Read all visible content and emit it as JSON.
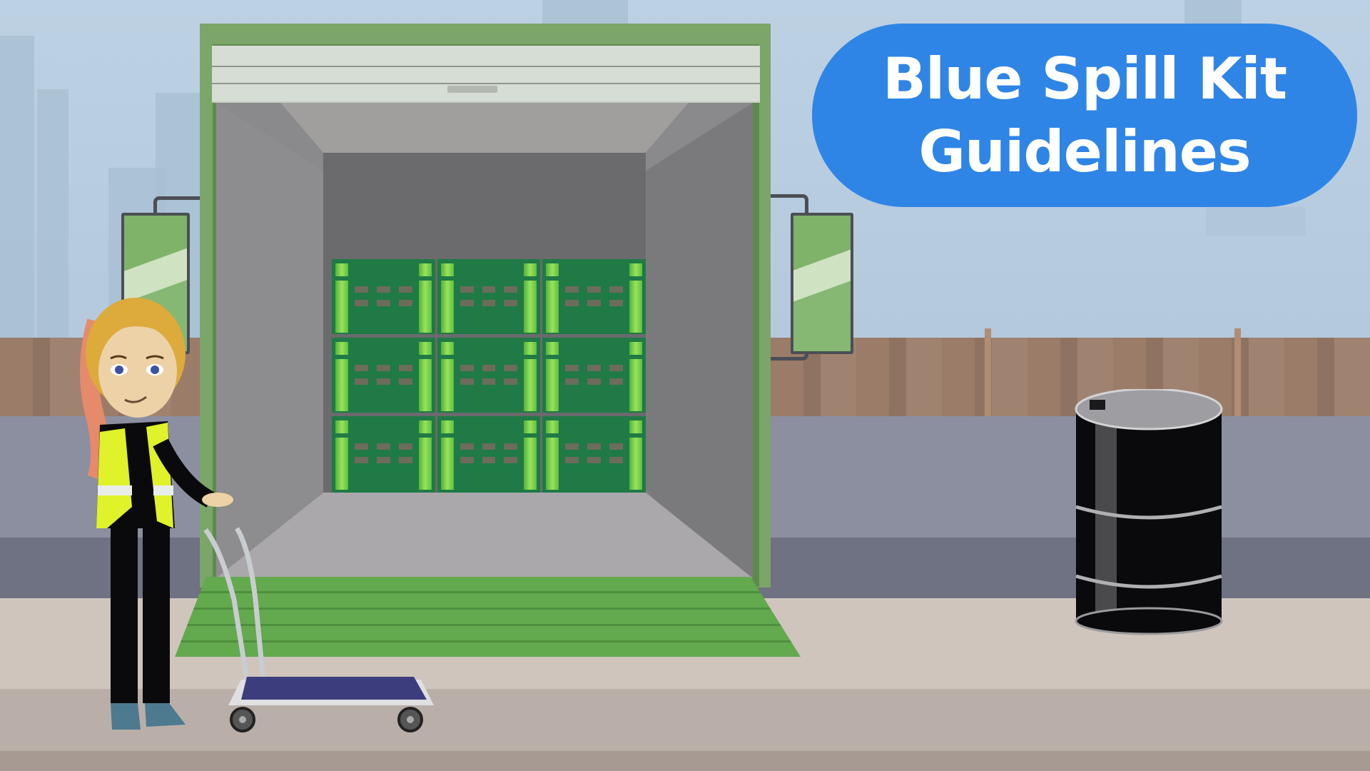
{
  "scene": {
    "title_line1": "Blue Spill Kit",
    "title_line2": "Guidelines",
    "description": "Cartoon delivery truck with open rear door holding green crates, a worker in a hi-vis vest with a hand cart, and a black oil drum beside a fence"
  },
  "colors": {
    "title_pill": "#2f85e6",
    "title_text": "#ffffff",
    "truck_frame": "#7ca56a",
    "crate_body": "#1f7a45",
    "crate_post": "#9ae35a",
    "ramp": "#63a94e",
    "barrel": "#0a0a0c",
    "vest": "#d9f21c",
    "cart_platform": "#3a3a7a",
    "sky": "#b7cde0",
    "fence": "#9a7c68"
  },
  "elements": {
    "crates": {
      "rows": 3,
      "columns": 3
    },
    "barrel_rings": 2,
    "cart_wheels": 2
  }
}
